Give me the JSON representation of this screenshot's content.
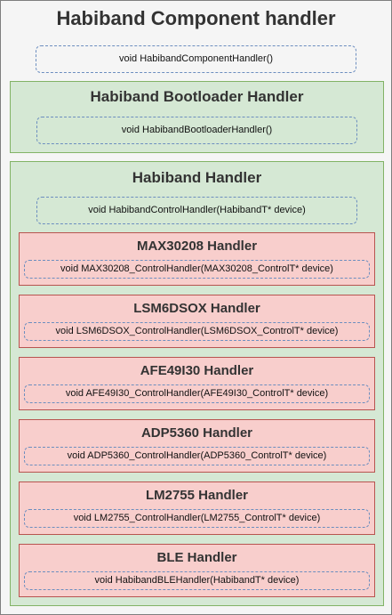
{
  "component": {
    "title": "Habiband Component handler",
    "function": "void HabibandComponentHandler()"
  },
  "bootloader": {
    "title": "Habiband Bootloader Handler",
    "function": "void HabibandBootloaderHandler()"
  },
  "habiband": {
    "title": "Habiband Handler",
    "function": "void HabibandControlHandler(HabibandT* device)",
    "handlers": [
      {
        "title": "MAX30208 Handler",
        "function": "void MAX30208_ControlHandler(MAX30208_ControlT* device)"
      },
      {
        "title": "LSM6DSOX Handler",
        "function": "void LSM6DSOX_ControlHandler(LSM6DSOX_ControlT* device)"
      },
      {
        "title": "AFE49I30 Handler",
        "function": "void AFE49I30_ControlHandler(AFE49I30_ControlT* device)"
      },
      {
        "title": "ADP5360 Handler",
        "function": "void ADP5360_ControlHandler(ADP5360_ControlT* device)"
      },
      {
        "title": "LM2755 Handler",
        "function": "void LM2755_ControlHandler(LM2755_ControlT* device)"
      },
      {
        "title": "BLE Handler",
        "function": "void HabibandBLEHandler(HabibandT* device)"
      }
    ]
  },
  "colors": {
    "outer_fill": "#f5f5f5",
    "green_fill": "#d5e8d4",
    "green_stroke": "#82b366",
    "red_fill": "#f8cecc",
    "red_stroke": "#b85450",
    "dashed_stroke": "#6c8ebf"
  }
}
